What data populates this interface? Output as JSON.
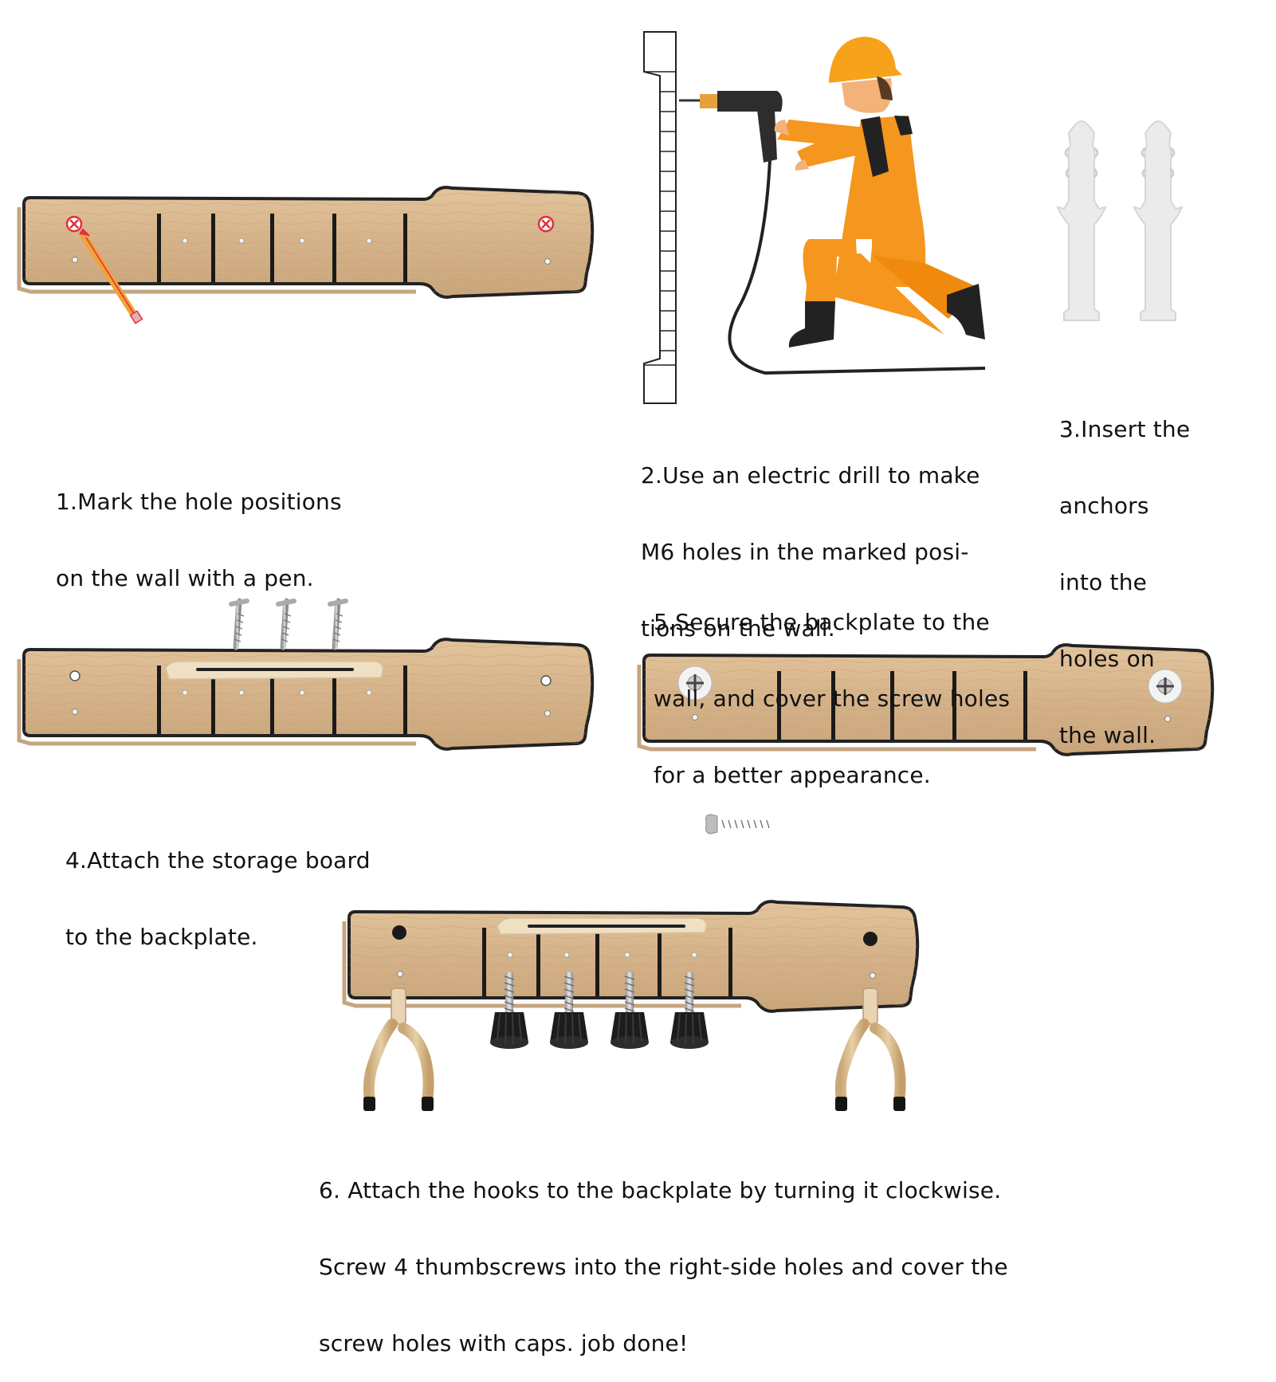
{
  "steps": [
    {
      "id": "step1",
      "lines": [
        "1.Mark the hole positions",
        "on the wall with a pen."
      ]
    },
    {
      "id": "step2",
      "lines": [
        "2.Use an electric drill to make",
        "M6 holes in the marked posi-",
        "tions on the wall."
      ]
    },
    {
      "id": "step3",
      "lines": [
        "3.Insert the",
        "anchors",
        "into the",
        "holes on",
        "the wall."
      ]
    },
    {
      "id": "step4",
      "lines": [
        "4.Attach the storage board",
        "to the backplate."
      ]
    },
    {
      "id": "step5",
      "lines": [
        "5.Secure the backplate to the",
        "wall, and cover the screw holes",
        "for a better appearance."
      ]
    },
    {
      "id": "step6",
      "lines": [
        "6. Attach the hooks to the backplate by turning it clockwise.",
        "Screw 4 thumbscrews into the right-side holes and cover the",
        "screw holes with caps. job done!"
      ]
    }
  ],
  "colors": {
    "wood": "#d9b890",
    "wood_outline": "#222222",
    "worker_orange": "#f5961e",
    "helmet": "#f7a21b",
    "mark_red": "#e0303a",
    "anchor_white": "#e9e9e9"
  }
}
